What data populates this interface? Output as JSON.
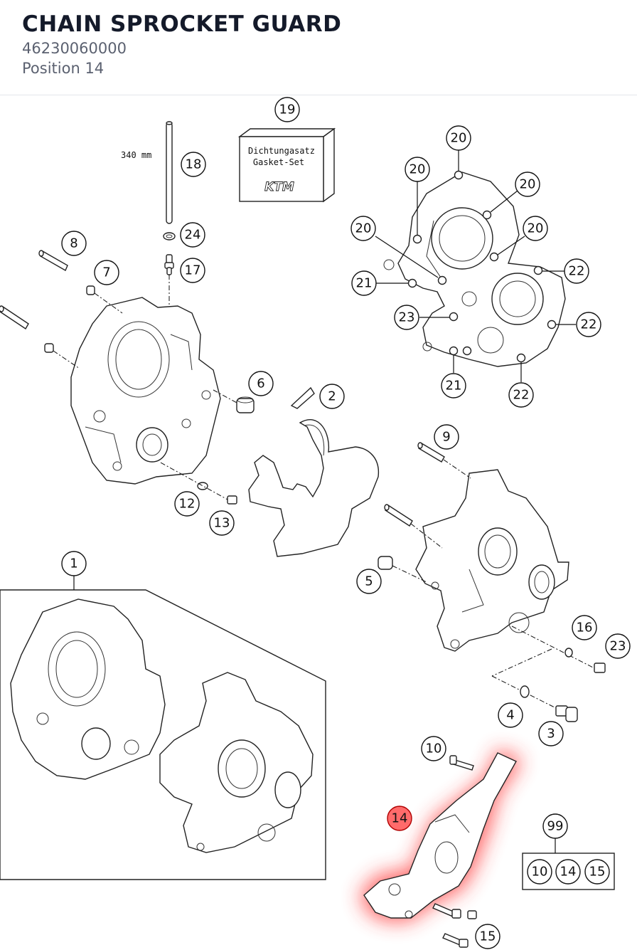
{
  "header": {
    "title": "CHAIN SPROCKET GUARD",
    "part_number": "46230060000",
    "position": "Position 14"
  },
  "diagram": {
    "highlight_color": "#ff3030",
    "rod_length_label": "340 mm",
    "gasket_box": {
      "line1": "Dichtungasatz",
      "line2": "Gasket-Set",
      "logo": "KTM"
    },
    "callouts": {
      "c19": "19",
      "c18": "18",
      "c24": "24",
      "c17": "17",
      "c8": "8",
      "c7": "7",
      "c6": "6",
      "c2": "2",
      "c12": "12",
      "c13": "13",
      "c1": "1",
      "c9": "9",
      "c5": "5",
      "c16": "16",
      "c23b": "23",
      "c4": "4",
      "c3": "3",
      "c10": "10",
      "c14": "14",
      "c99": "99",
      "k10": "10",
      "k14": "14",
      "k15": "15",
      "c15": "15",
      "r20a": "20",
      "r20b": "20",
      "r20c": "20",
      "r20d": "20",
      "r20e": "20",
      "r22a": "22",
      "r21a": "21",
      "r23": "23",
      "r22b": "22",
      "r21b": "21",
      "r22c": "22"
    }
  }
}
